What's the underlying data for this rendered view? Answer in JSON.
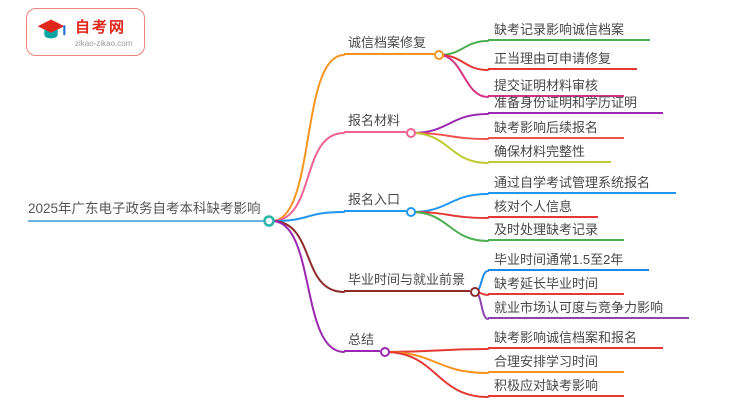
{
  "logo": {
    "title": "自考网",
    "domain": "zikao-zikao.com",
    "border_color": "#ec837b",
    "title_color": "#e0261c",
    "icon": "graduation-cap-icon",
    "icon_colors": {
      "primary": "#e0261c",
      "secondary": "#0aa3a3",
      "tertiary": "#1e6fd9"
    }
  },
  "central": {
    "label": "2025年广东电子政务自考本科缺考影响",
    "line_color": "#6db3e8",
    "node_color": "#2ab5ad",
    "text_color": "#565656"
  },
  "branches": [
    {
      "label": "诚信档案修复",
      "color": "#f7941e",
      "children": [
        {
          "label": "缺考记录影响诚信档案",
          "color": "#4caf50"
        },
        {
          "label": "正当理由可申请修复",
          "color": "#e53935"
        },
        {
          "label": "提交证明材料审核",
          "color": "#d63384"
        }
      ]
    },
    {
      "label": "报名材料",
      "color": "#f06292",
      "children": [
        {
          "label": "准备身份证明和学历证明",
          "color": "#9c27b0"
        },
        {
          "label": "缺考影响后续报名",
          "color": "#ef5350"
        },
        {
          "label": "确保材料完整性",
          "color": "#c0ca33"
        }
      ]
    },
    {
      "label": "报名入口",
      "color": "#2196f3",
      "children": [
        {
          "label": "通过自学考试管理系统报名",
          "color": "#2196f3"
        },
        {
          "label": "核对个人信息",
          "color": "#e53935"
        },
        {
          "label": "及时处理缺考记录",
          "color": "#4caf50"
        }
      ]
    },
    {
      "label": "毕业时间与就业前景",
      "color": "#8e2b2b",
      "children": [
        {
          "label": "毕业时间通常1.5至2年",
          "color": "#1e88e5"
        },
        {
          "label": "缺考延长毕业时间",
          "color": "#e53935"
        },
        {
          "label": "就业市场认可度与竞争力影响",
          "color": "#8e44ad"
        }
      ]
    },
    {
      "label": "总结",
      "color": "#9c27b0",
      "children": [
        {
          "label": "缺考影响诚信档案和报名",
          "color": "#e53935"
        },
        {
          "label": "合理安排学习时间",
          "color": "#f7941e"
        },
        {
          "label": "积极应对缺考影响",
          "color": "#e53935"
        }
      ]
    }
  ]
}
